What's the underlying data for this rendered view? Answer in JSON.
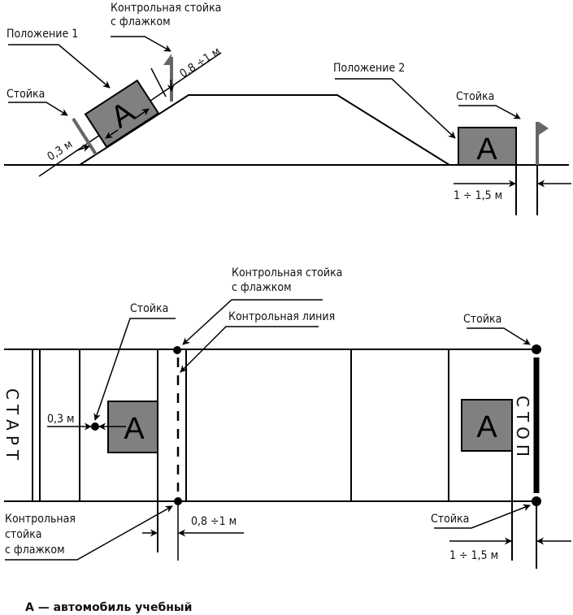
{
  "top_diagram": {
    "label_position_1": "Положение 1",
    "label_position_2": "Положение 2",
    "label_control_post_line1": "Контрольная стойка",
    "label_control_post_line2": "с флажком",
    "label_post_left": "Стойка",
    "label_post_right": "Стойка",
    "dim_0_3": "0,3 м",
    "dim_0_8_1": "0,8 ÷1 м",
    "dim_1_1_5": "1 ÷ 1,5 м",
    "car_letter_1": "A",
    "car_letter_2": "A"
  },
  "bottom_diagram": {
    "label_control_post_top_line1": "Контрольная стойка",
    "label_control_post_top_line2": "с флажком",
    "label_control_line": "Контрольная линия",
    "label_post_left": "Стойка",
    "label_post_top_right": "Стойка",
    "label_post_bottom_right": "Стойка",
    "label_control_post_bottom_line1": "Контрольная",
    "label_control_post_bottom_line2": "стойка",
    "label_control_post_bottom_line3": "с флажком",
    "dim_0_3": "0,3 м",
    "dim_0_8_1": "0,8 ÷1 м",
    "dim_1_1_5": "1 ÷ 1,5 м",
    "start_text": "СТАРТ",
    "stop_text": "СТОП",
    "car_letter_1": "A",
    "car_letter_2": "A"
  },
  "legend": {
    "caption": "А — автомобиль учебный"
  }
}
